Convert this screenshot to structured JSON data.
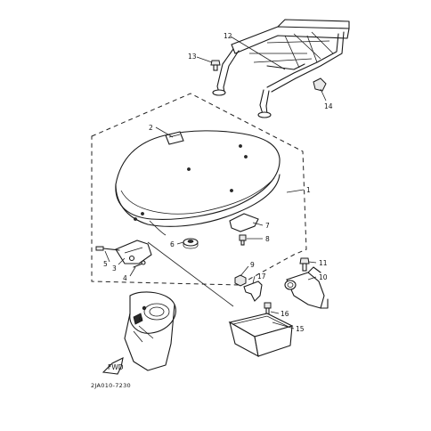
{
  "diagram_code": "2JA010-7230",
  "fwd_label": "FWD",
  "callouts": [
    "1",
    "2",
    "3",
    "4",
    "5",
    "6",
    "7",
    "8",
    "9",
    "10",
    "11",
    "12",
    "13",
    "14",
    "15",
    "16",
    "17"
  ],
  "parts": [
    {
      "callout": "1",
      "part": "seat"
    },
    {
      "callout": "2",
      "part": "seat emblem"
    },
    {
      "callout": "3",
      "part": "bracket"
    },
    {
      "callout": "4",
      "part": "pin"
    },
    {
      "callout": "5",
      "part": "bolt"
    },
    {
      "callout": "6",
      "part": "damper"
    },
    {
      "callout": "7",
      "part": "bracket"
    },
    {
      "callout": "8",
      "part": "screw"
    },
    {
      "callout": "9",
      "part": "nut"
    },
    {
      "callout": "10",
      "part": "seat lock"
    },
    {
      "callout": "11",
      "part": "bolt"
    },
    {
      "callout": "12",
      "part": "carrier"
    },
    {
      "callout": "13",
      "part": "bolt"
    },
    {
      "callout": "14",
      "part": "cap"
    },
    {
      "callout": "15",
      "part": "box"
    },
    {
      "callout": "16",
      "part": "screw"
    },
    {
      "callout": "17",
      "part": "stay"
    }
  ]
}
